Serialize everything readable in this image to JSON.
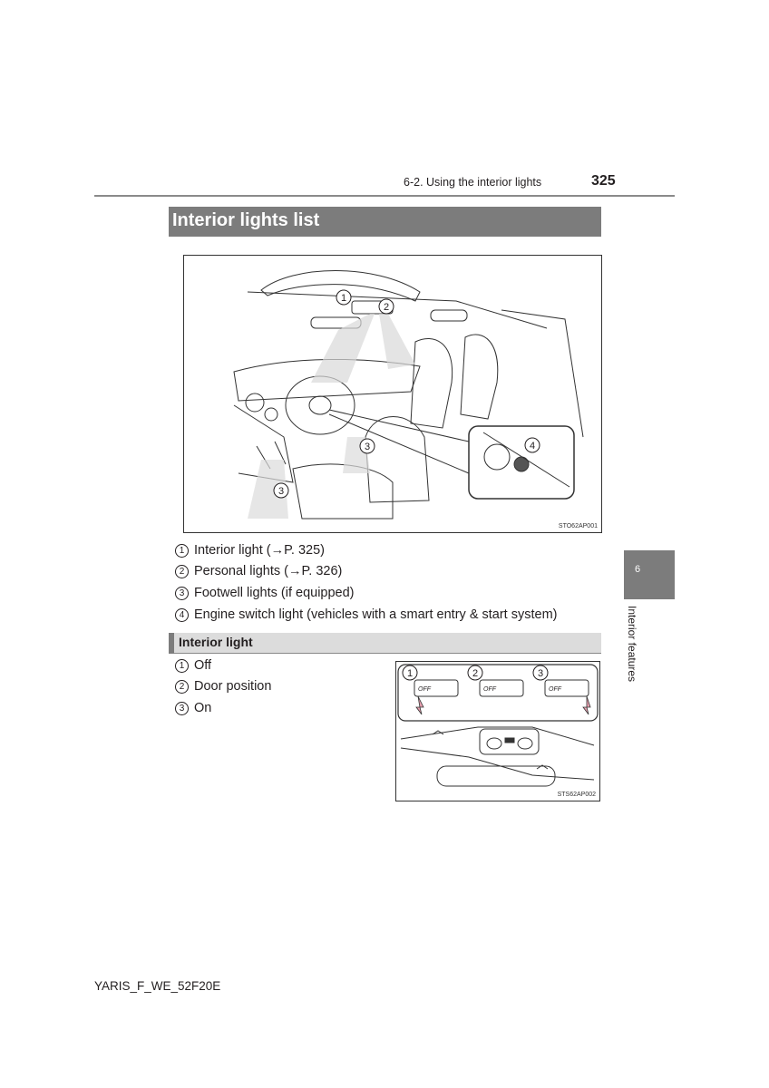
{
  "header": {
    "section": "6-2. Using the interior lights",
    "page_number": "325"
  },
  "title": "Interior lights list",
  "figure1": {
    "code": "STO62AP001",
    "callouts": [
      "1",
      "2",
      "3",
      "3",
      "4"
    ]
  },
  "list1": [
    {
      "num": "1",
      "text": "Interior light (→P. 325)"
    },
    {
      "num": "2",
      "text": "Personal lights (→P. 326)"
    },
    {
      "num": "3",
      "text": "Footwell lights (if equipped)"
    },
    {
      "num": "4",
      "text": "Engine switch light (vehicles with a smart entry & start system)"
    }
  ],
  "subsection": "Interior light",
  "list2": [
    {
      "num": "1",
      "text": "Off"
    },
    {
      "num": "2",
      "text": "Door position"
    },
    {
      "num": "3",
      "text": "On"
    }
  ],
  "figure2": {
    "code": "STS62AP002",
    "callouts": [
      "1",
      "2",
      "3"
    ],
    "switch_label": "OFF"
  },
  "side_tab": {
    "number": "6",
    "label": "Interior features"
  },
  "footer": "YARIS_F_WE_52F20E"
}
